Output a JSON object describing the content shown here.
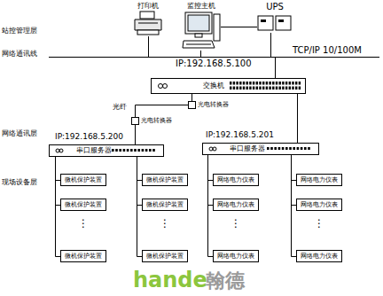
{
  "diagram": {
    "nodes": [
      {
        "text": [
          "打印机"
        ]
      },
      {
        "text": [
          "监控主机"
        ]
      },
      {
        "text": [
          "UPS"
        ]
      },
      {
        "text": [
          "交换机"
        ]
      },
      {
        "text": [
          "光电转换器"
        ]
      },
      {
        "text": [
          "光电转换器"
        ]
      },
      {
        "text": [
          "串口服务器"
        ]
      },
      {
        "text": [
          "串口服务器"
        ]
      },
      {
        "text": [
          "微机保护装置"
        ]
      },
      {
        "text": [
          "微机保护装置"
        ]
      },
      {
        "text": [
          "微机保护装置"
        ]
      },
      {
        "text": [
          "微机保护装置"
        ]
      },
      {
        "text": [
          "微机保护装置"
        ]
      },
      {
        "text": [
          "微机保护装置"
        ]
      },
      {
        "text": [
          "网络电力仪表"
        ]
      },
      {
        "text": [
          "网络电力仪表"
        ]
      },
      {
        "text": [
          "网络电力仪表"
        ]
      },
      {
        "text": [
          "网络电力仪表"
        ]
      },
      {
        "text": [
          "网络电力仪表"
        ]
      },
      {
        "text": [
          "网络电力仪表"
        ]
      }
    ],
    "edges": [
      {
        "from": 3,
        "to": 4,
        "arrow": "none"
      },
      {
        "from": 4,
        "to": 5,
        "label": "光纤",
        "arrow": "none"
      },
      {
        "from": 5,
        "to": 6,
        "arrow": "none"
      },
      {
        "from": 3,
        "to": 7,
        "arrow": "none"
      },
      {
        "from": 6,
        "to": 8,
        "arrow": "none"
      },
      {
        "from": 6,
        "to": 9,
        "arrow": "none"
      },
      {
        "from": 6,
        "to": 10,
        "arrow": "none"
      },
      {
        "from": 6,
        "to": 11,
        "arrow": "none"
      },
      {
        "from": 6,
        "to": 12,
        "arrow": "none"
      },
      {
        "from": 6,
        "to": 13,
        "arrow": "none"
      },
      {
        "from": 7,
        "to": 14,
        "arrow": "none"
      },
      {
        "from": 7,
        "to": 15,
        "arrow": "none"
      },
      {
        "from": 7,
        "to": 16,
        "arrow": "none"
      },
      {
        "from": 7,
        "to": 17,
        "arrow": "none"
      },
      {
        "from": 7,
        "to": 18,
        "arrow": "none"
      },
      {
        "from": 7,
        "to": 19,
        "arrow": "none"
      }
    ],
    "labels": [
      "站控管理层",
      "网络通讯线",
      "网络通讯层",
      "现场设备层",
      "IP:192.168.5.100",
      "TCP/IP 10/100M",
      "IP:192.168.5.200",
      "IP:192.168.5.201",
      "⋮",
      "⋮",
      "⋮",
      "⋮",
      "hande",
      "翰德"
    ]
  }
}
